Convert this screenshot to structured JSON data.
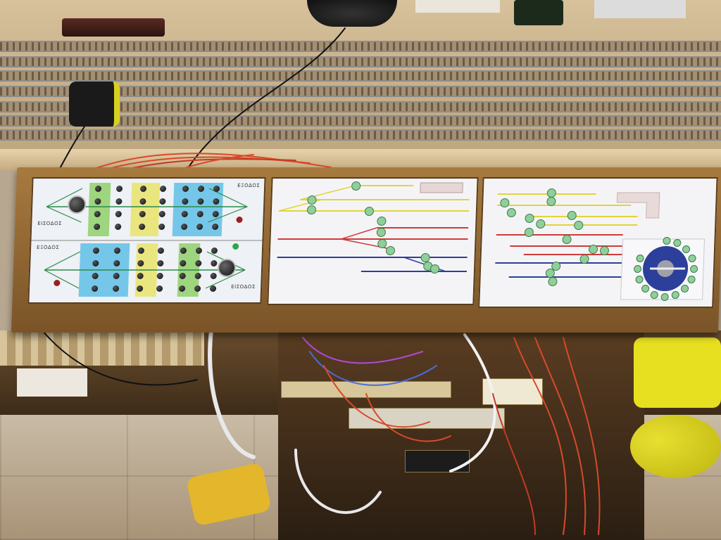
{
  "scene": {
    "subject": "model-railway-control-panel",
    "colors": {
      "wood_frame": "#8b5e2e",
      "track_ballast": "#c9b18a",
      "panel_paper": "#f4f4f6",
      "band_blue": "#5fbfe6",
      "band_yellow": "#e8e46a",
      "band_green": "#8fd06a",
      "line_yellow": "#e2d43a",
      "line_red": "#d03a3a",
      "line_blue": "#2c3f9a",
      "signal_green": "#8fcf9a",
      "wire_red": "#d84a2a",
      "vacuum_yellow": "#e6e020"
    }
  },
  "left_panel": {
    "upper_left_label": "ΕΙΣΟΔΟΣ",
    "upper_right_label": "ΕΞΟΔΟΣ",
    "lower_left_label": "ΕΞΟΔΟΣ",
    "lower_right_label": "ΕΙΣΟΔΟΣ"
  }
}
